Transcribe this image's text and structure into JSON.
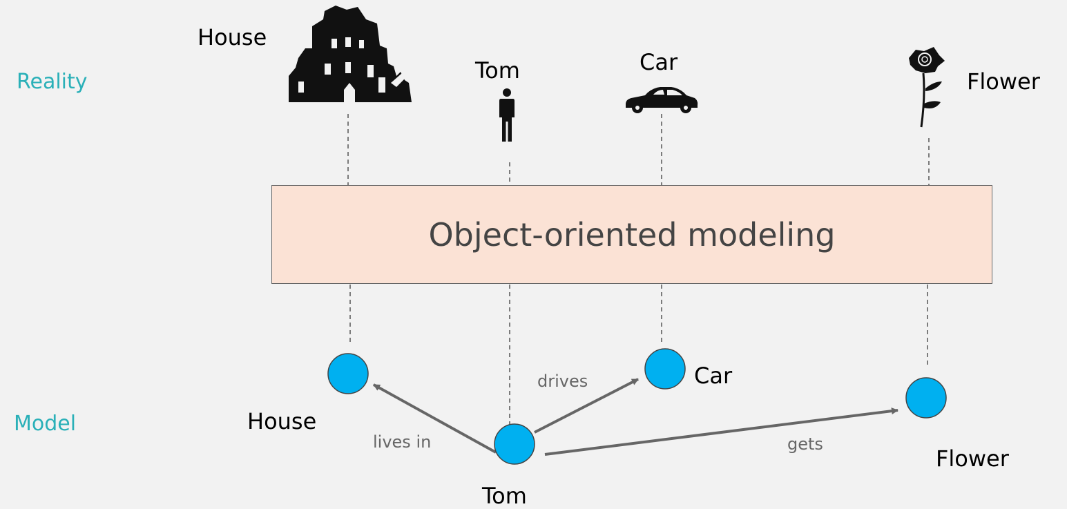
{
  "side_labels": {
    "reality": "Reality",
    "model": "Model"
  },
  "process_box": {
    "label": "Object-oriented modeling",
    "fill": "#fbe2d5"
  },
  "reality": {
    "house": {
      "label": "House",
      "icon": "house-icon"
    },
    "tom": {
      "label": "Tom",
      "icon": "person-icon"
    },
    "car": {
      "label": "Car",
      "icon": "car-icon"
    },
    "flower": {
      "label": "Flower",
      "icon": "flower-icon"
    }
  },
  "model": {
    "nodes": {
      "house": {
        "label": "House"
      },
      "tom": {
        "label": "Tom"
      },
      "car": {
        "label": "Car"
      },
      "flower": {
        "label": "Flower"
      }
    },
    "edges": [
      {
        "from": "Tom",
        "to": "House",
        "label": "lives in"
      },
      {
        "from": "Tom",
        "to": "Car",
        "label": "drives"
      },
      {
        "from": "Tom",
        "to": "Flower",
        "label": "gets"
      }
    ]
  },
  "colors": {
    "accent": "#2ab0b8",
    "node_fill": "#00b0f0",
    "edge": "#666666"
  }
}
